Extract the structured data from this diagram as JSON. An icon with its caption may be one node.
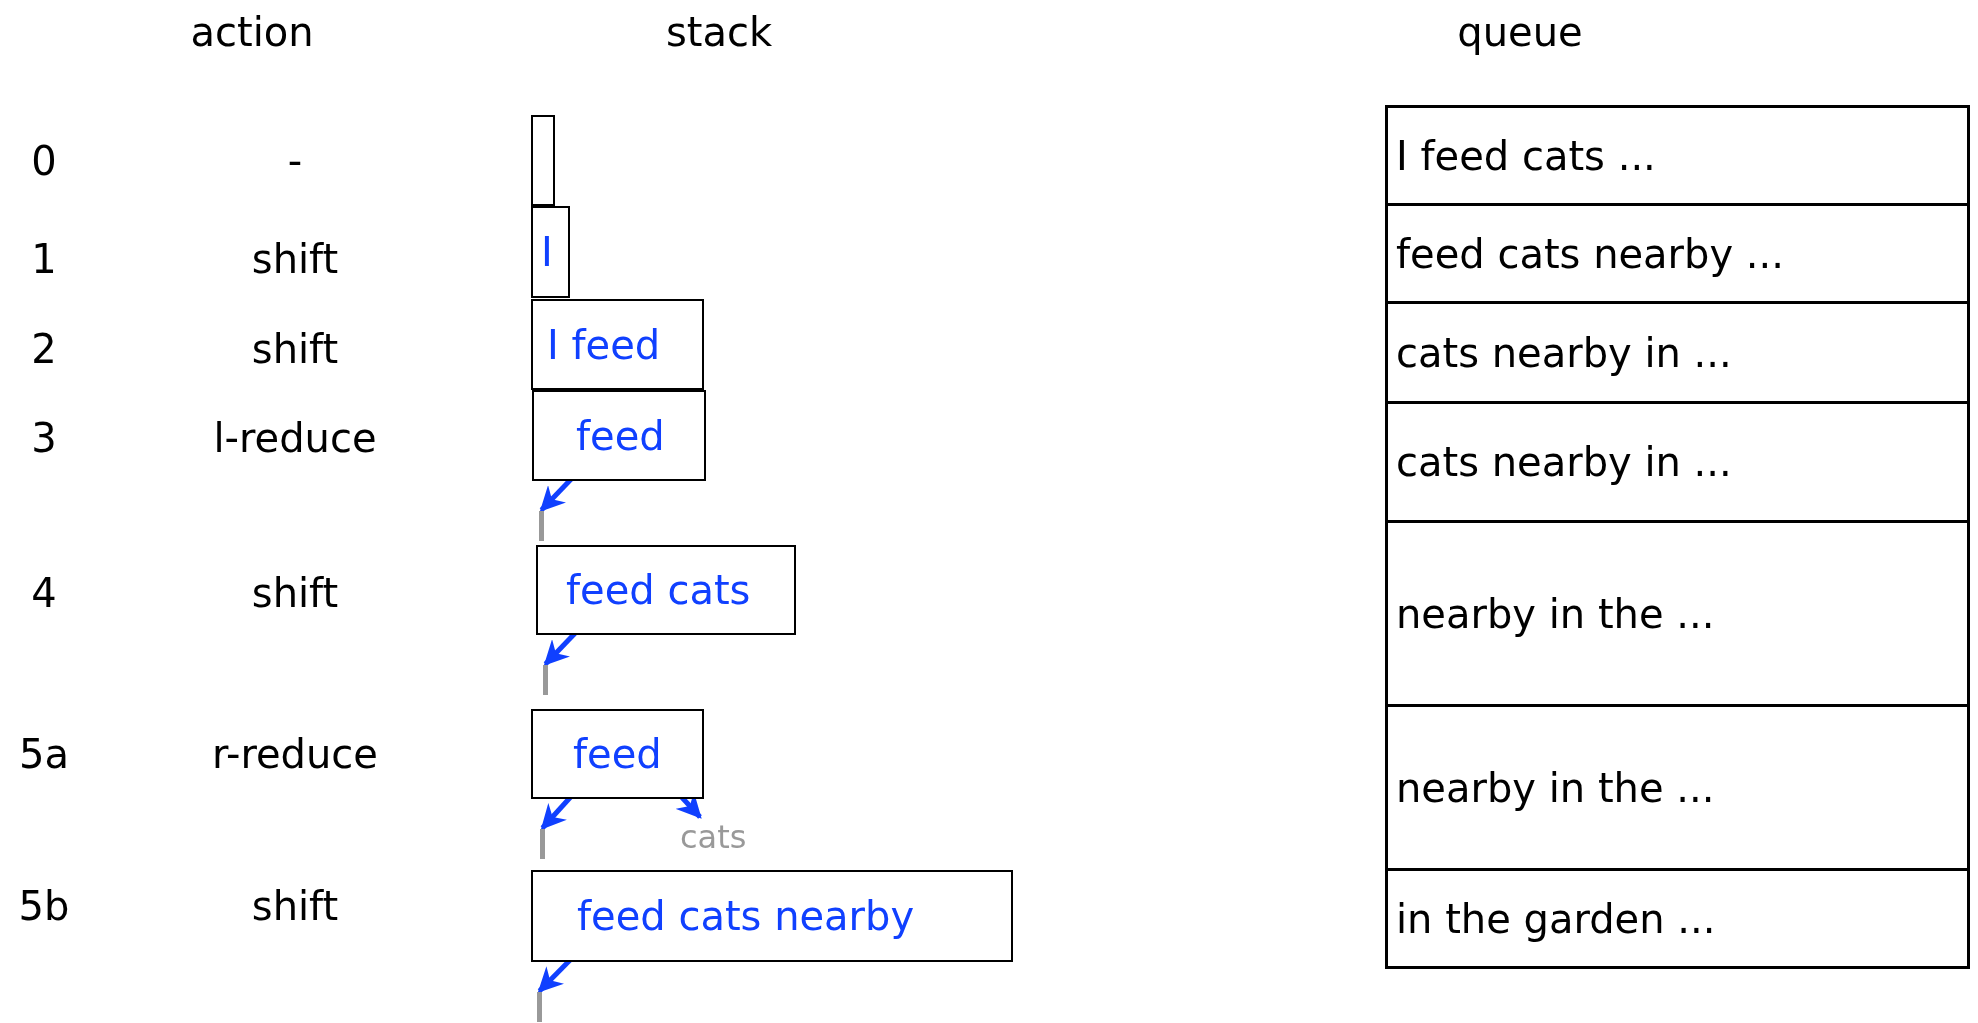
{
  "diagram": {
    "nodes": [
      {
        "text": [],
        "shape": "box"
      },
      {
        "text": [
          "I"
        ]
      },
      {
        "text": [
          "I feed"
        ]
      },
      {
        "text": [
          "feed"
        ]
      },
      {
        "text": [],
        "shape": "bar"
      },
      {
        "text": [
          "feed cats"
        ]
      },
      {
        "text": [],
        "shape": "bar"
      },
      {
        "text": [
          "feed"
        ]
      },
      {
        "text": [],
        "shape": "bar"
      },
      {
        "text": [
          "cats"
        ]
      },
      {
        "text": [
          "feed cats nearby"
        ]
      },
      {
        "text": [],
        "shape": "bar"
      },
      {
        "text": [
          "I feed cats ..."
        ]
      },
      {
        "text": [
          "feed cats nearby ..."
        ]
      },
      {
        "text": [
          "cats nearby in ..."
        ]
      },
      {
        "text": [
          "cats nearby in ..."
        ]
      },
      {
        "text": [
          "nearby in the ..."
        ]
      },
      {
        "text": [
          "nearby in the ..."
        ]
      },
      {
        "text": [
          "in the garden ..."
        ]
      }
    ],
    "edges": [
      {
        "from": 3,
        "to": 4,
        "arrow": "to"
      },
      {
        "from": 5,
        "to": 6,
        "arrow": "to"
      },
      {
        "from": 7,
        "to": 8,
        "arrow": "to"
      },
      {
        "from": 7,
        "to": 9,
        "arrow": "to"
      },
      {
        "from": 10,
        "to": 11,
        "arrow": "to"
      }
    ],
    "labels": [
      "action",
      "stack",
      "queue",
      "0",
      "-",
      "1",
      "shift",
      "2",
      "shift",
      "3",
      "l-reduce",
      "4",
      "shift",
      "5a",
      "r-reduce",
      "5b",
      "shift"
    ]
  }
}
